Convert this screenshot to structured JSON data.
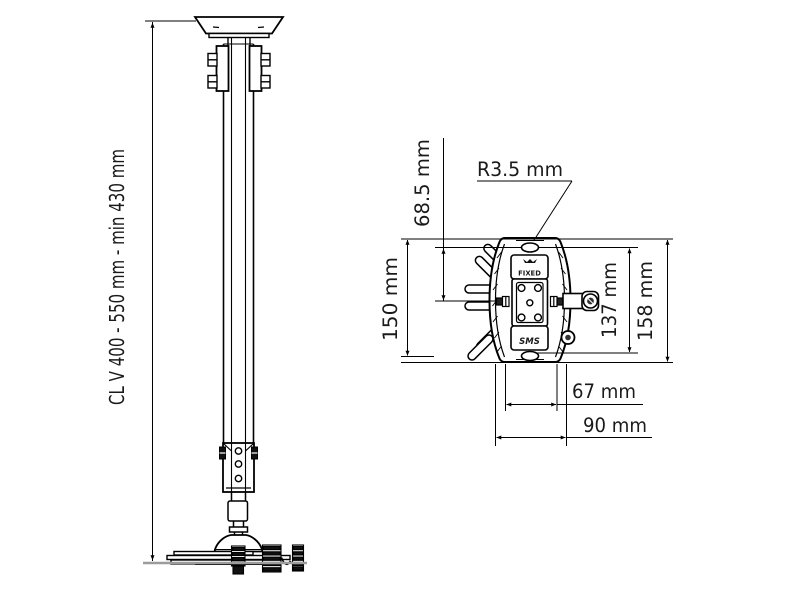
{
  "side_view": {
    "height_label": "CL V 400 - 550 mm - min 430 mm"
  },
  "detail_view": {
    "radius_label": "R3.5 mm",
    "offset_top_label": "68.5 mm",
    "height_150_label": "150 mm",
    "height_137_label": "137 mm",
    "height_158_label": "158 mm",
    "width_67_label": "67 mm",
    "width_90_label": "90 mm",
    "plate_top_label": "FIXED",
    "plate_bottom_label": "SMS"
  },
  "colors": {
    "background": "#ffffff",
    "line": "#000000",
    "text": "#1a1a1a",
    "baseline": "#9c9c9c"
  }
}
